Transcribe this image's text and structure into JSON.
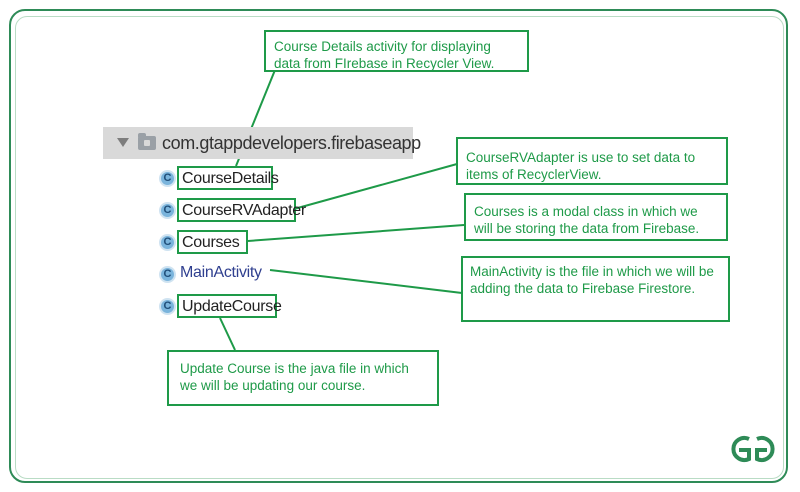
{
  "package": {
    "name": "com.gtappdevelopers.firebaseapp",
    "expand_icon": "triangle-down-icon",
    "folder_icon": "package-folder-icon"
  },
  "classes": [
    {
      "icon_letter": "C",
      "name": "CourseDetails"
    },
    {
      "icon_letter": "C",
      "name": "CourseRVAdapter"
    },
    {
      "icon_letter": "C",
      "name": "Courses"
    },
    {
      "icon_letter": "C",
      "name": "MainActivity"
    },
    {
      "icon_letter": "C",
      "name": "UpdateCourse"
    }
  ],
  "callouts": {
    "course_details": "Course Details activity for displaying data from FIrebase in Recycler View.",
    "course_rv_adapter": "CourseRVAdapter is use to set data to items of RecyclerView.",
    "courses": "Courses is a modal class in which we will be storing the data from Firebase.",
    "main_activity": "MainActivity is the file in which we will be adding the data to Firebase Firestore.",
    "update_course": "Update Course is the java file in which we will be updating our course."
  },
  "colors": {
    "accent_green": "#1e9a48",
    "frame_green": "#2e8b57",
    "class_icon_blue": "#7ab4dc",
    "link_blue": "#2f3f8f"
  },
  "logo": {
    "name": "geeksforgeeks-logo"
  }
}
